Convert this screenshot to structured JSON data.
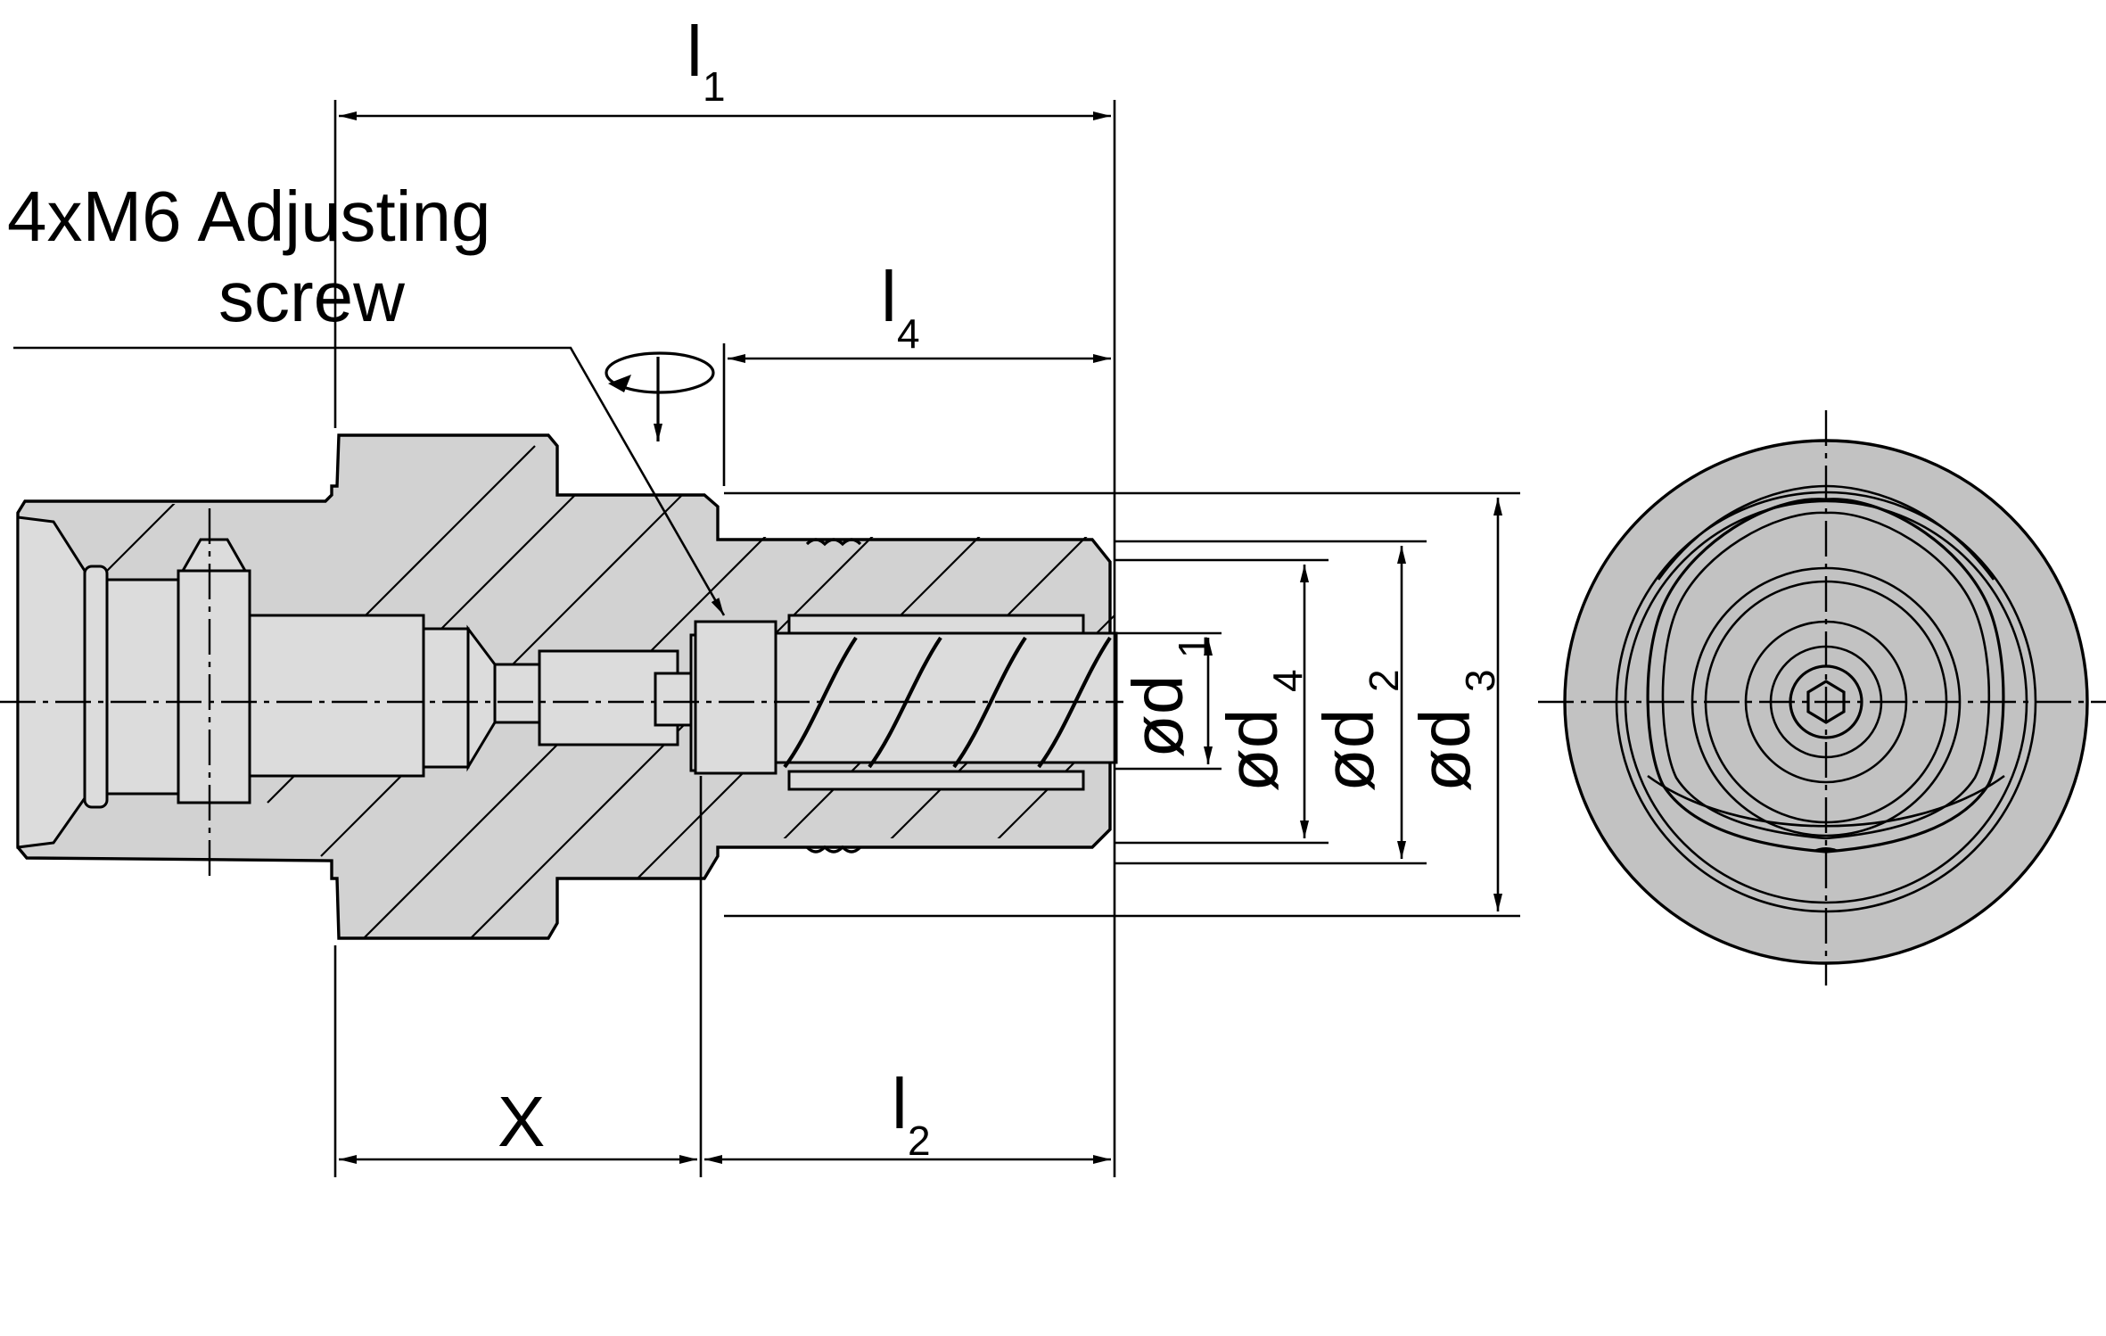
{
  "callout": {
    "line1": "4xM6 Adjusting",
    "line2": "screw"
  },
  "dimensions": {
    "l1": {
      "main": "l",
      "sub": "1"
    },
    "l4": {
      "main": "l",
      "sub": "4"
    },
    "l2": {
      "main": "l",
      "sub": "2"
    },
    "x": {
      "main": "X"
    },
    "d1": {
      "main": "ød",
      "sub": "1"
    },
    "d4": {
      "main": "ød",
      "sub": "4"
    },
    "d2": {
      "main": "ød",
      "sub": "2"
    },
    "d3": {
      "main": "ød",
      "sub": "3"
    }
  },
  "colors": {
    "section_fill": "#d2d2d2",
    "end_view_fill": "#c2c2c2",
    "line": "#000000"
  }
}
